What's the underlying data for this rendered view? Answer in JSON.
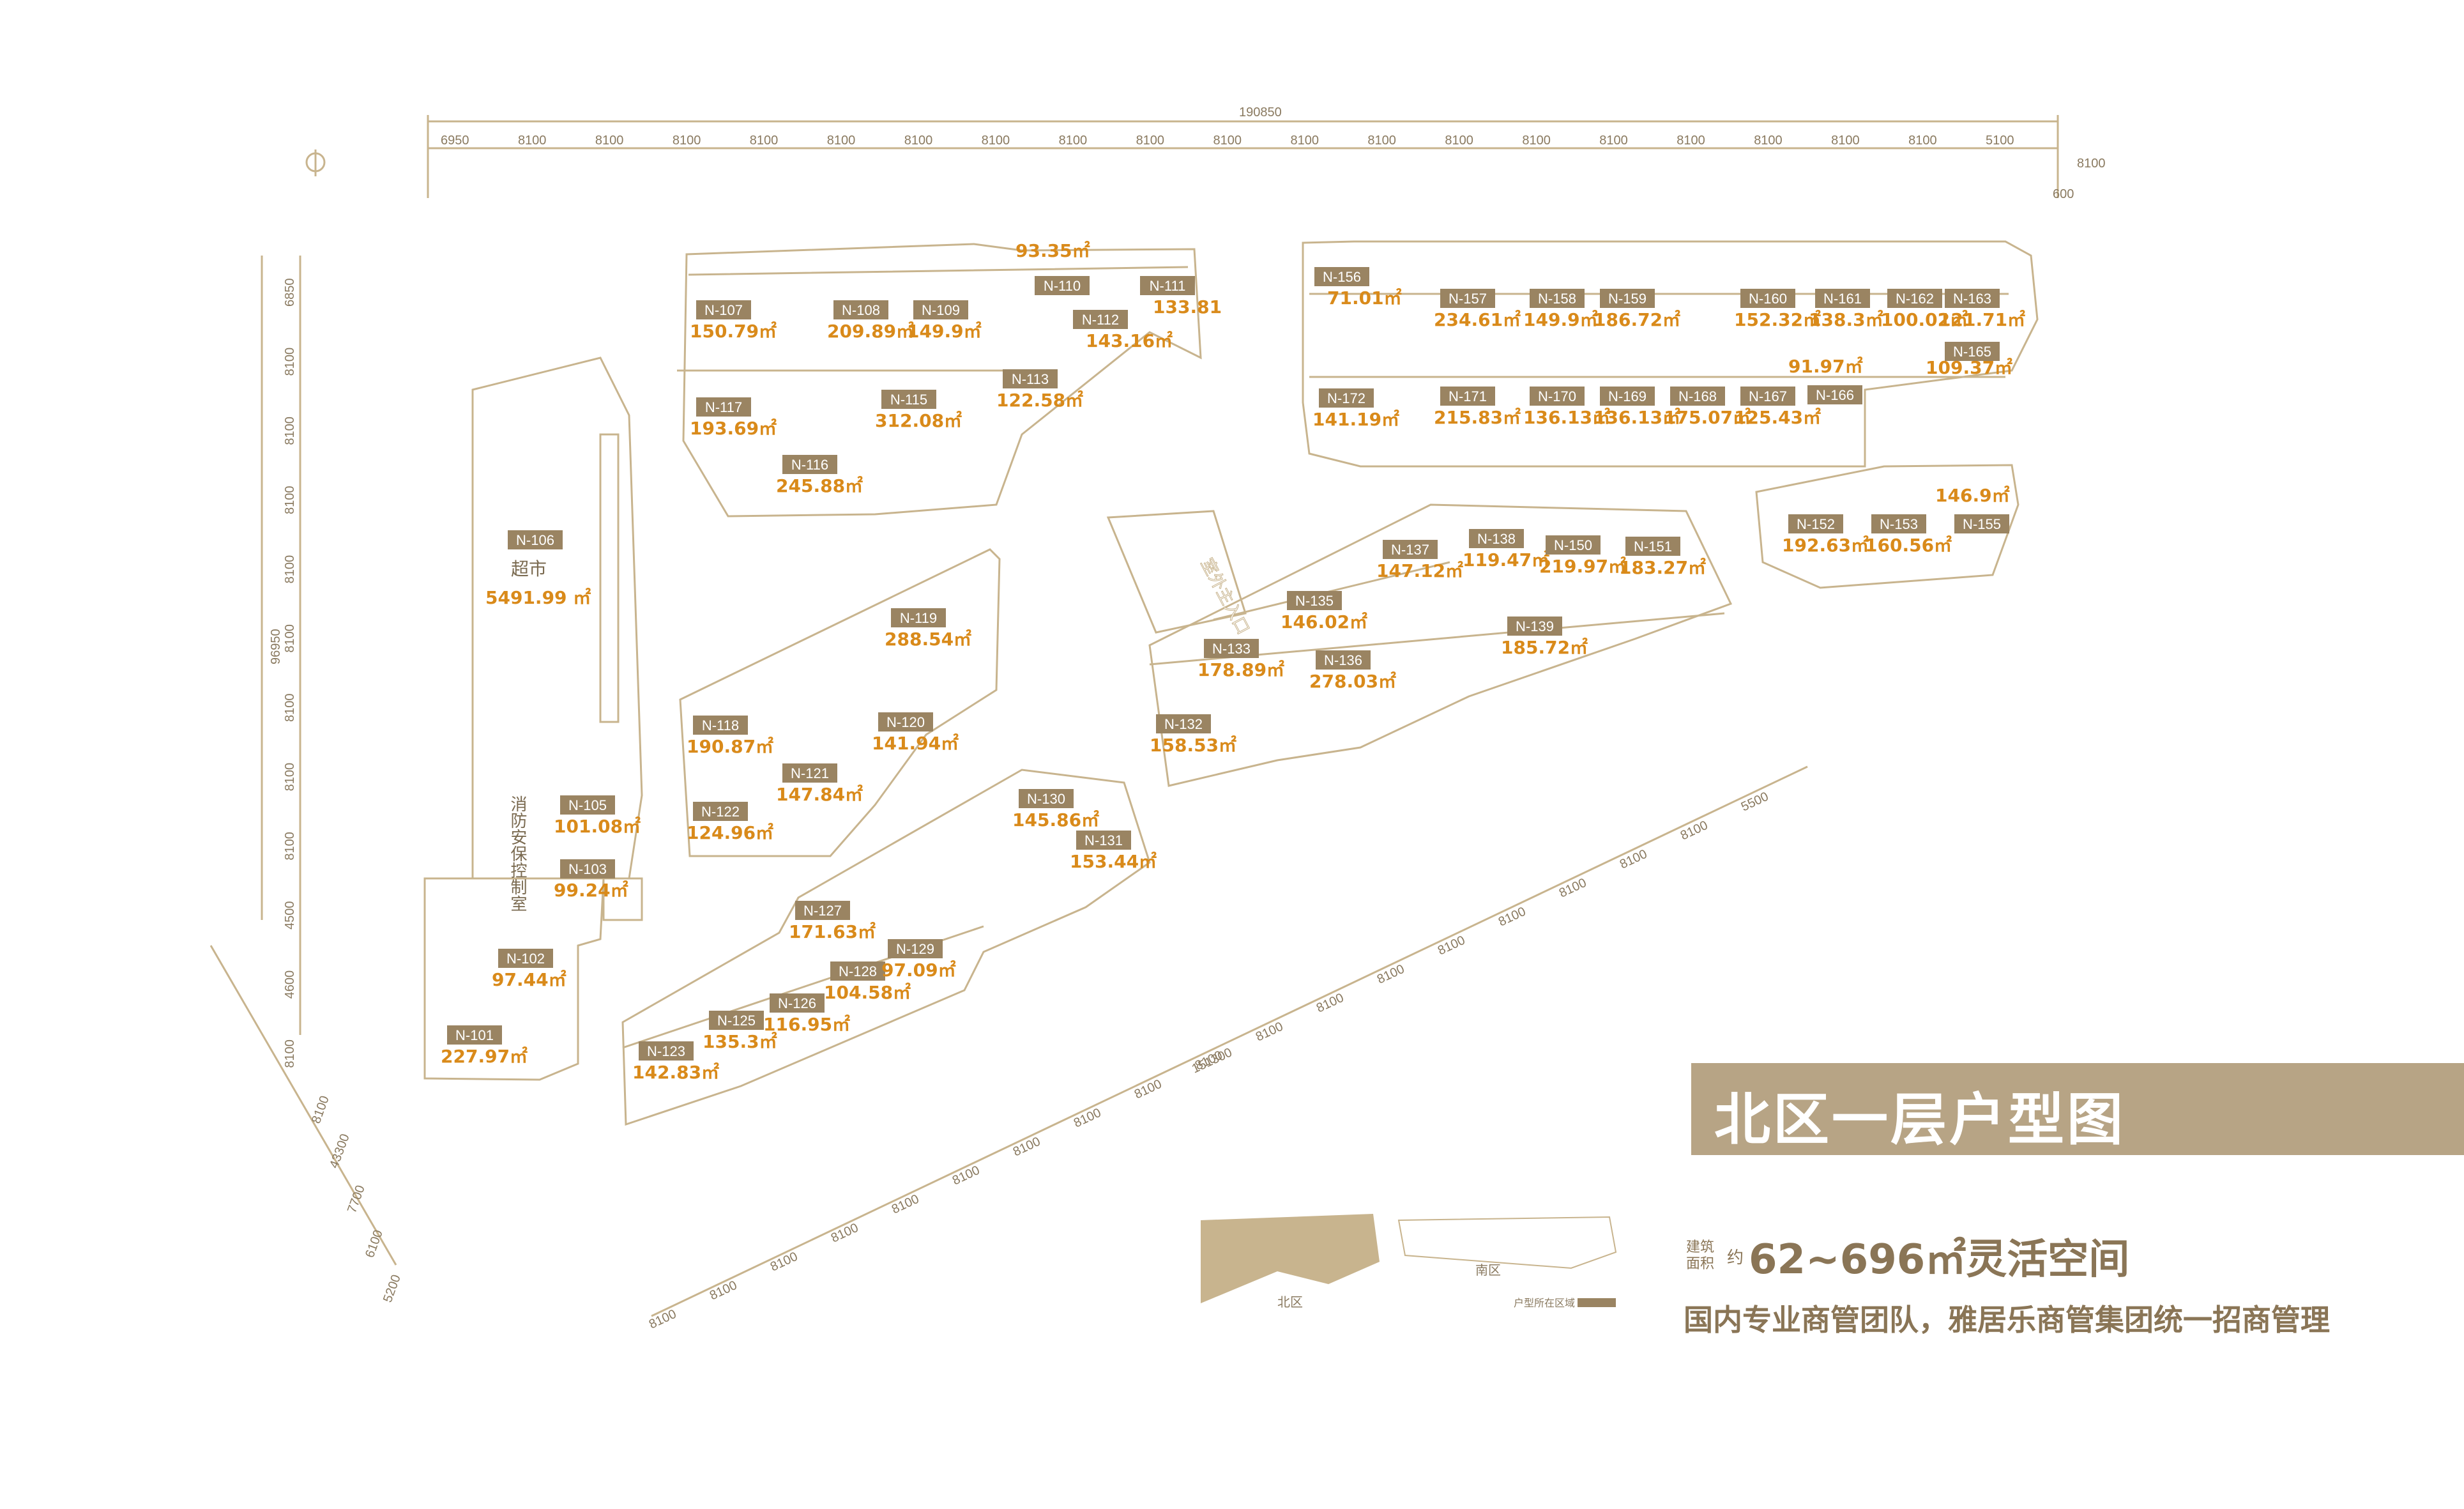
{
  "title": "北区一层户型图",
  "area_line": {
    "label_line1": "建筑",
    "label_line2": "面积",
    "approx": "约",
    "range": "62~696㎡灵活空间"
  },
  "slogan": "国内专业商管团队，雅居乐商管集团统一招商管理",
  "colors": {
    "line": "#c8b48e",
    "tag": "#9a8462",
    "area": "#d98a1a",
    "banner": "#b7a485",
    "text": "#8a7556"
  },
  "key_map": {
    "north_label": "北区",
    "south_label": "南区",
    "legend_label": "户型所在区域"
  },
  "dimensions": {
    "total_top": "190850",
    "top": [
      "6950",
      "8100",
      "8100",
      "8100",
      "8100",
      "8100",
      "8100",
      "8100",
      "8100",
      "8100",
      "8100",
      "8100",
      "8100",
      "8100",
      "8100",
      "8100",
      "8100",
      "8100",
      "8100",
      "8100",
      "5100"
    ],
    "top_right_a": "8100",
    "top_right_b": "600",
    "total_left": "96950",
    "left": [
      "6850",
      "8100",
      "8100",
      "8100",
      "8100",
      "8100",
      "8100",
      "8100",
      "8100",
      "4500",
      "4600",
      "8100"
    ],
    "bottom_total": "151300",
    "bottom": [
      "8100",
      "8100",
      "8100",
      "8100",
      "8100",
      "8100",
      "8100",
      "8100",
      "8100",
      "8100",
      "8100",
      "8100",
      "8100",
      "8100",
      "8100",
      "8100",
      "8100",
      "8100",
      "5500"
    ],
    "lower_left": [
      "8100",
      "43300",
      "7700",
      "6100",
      "5200"
    ]
  },
  "special": {
    "supermarket_name": "超市",
    "supermarket_area": "5491.99 ㎡",
    "fire_room": "消防安保控制室",
    "entrance": "室外主入口"
  },
  "units": [
    {
      "id": "N-106",
      "area": ""
    },
    {
      "id": "N-107",
      "area": "150.79㎡"
    },
    {
      "id": "N-108",
      "area": "209.89㎡"
    },
    {
      "id": "N-109",
      "area": "149.9㎡"
    },
    {
      "id": "N-110",
      "area": "93.35㎡"
    },
    {
      "id": "N-111",
      "area": "133.81"
    },
    {
      "id": "N-112",
      "area": "143.16㎡"
    },
    {
      "id": "N-113",
      "area": "122.58㎡"
    },
    {
      "id": "N-115",
      "area": "312.08㎡"
    },
    {
      "id": "N-116",
      "area": "245.88㎡"
    },
    {
      "id": "N-117",
      "area": "193.69㎡"
    },
    {
      "id": "N-105",
      "area": "101.08㎡"
    },
    {
      "id": "N-103",
      "area": "99.24㎡"
    },
    {
      "id": "N-102",
      "area": "97.44㎡"
    },
    {
      "id": "N-101",
      "area": "227.97㎡"
    },
    {
      "id": "N-119",
      "area": "288.54㎡"
    },
    {
      "id": "N-118",
      "area": "190.87㎡"
    },
    {
      "id": "N-120",
      "area": "141.94㎡"
    },
    {
      "id": "N-121",
      "area": "147.84㎡"
    },
    {
      "id": "N-122",
      "area": "124.96㎡"
    },
    {
      "id": "N-130",
      "area": "145.86㎡"
    },
    {
      "id": "N-131",
      "area": "153.44㎡"
    },
    {
      "id": "N-127",
      "area": "171.63㎡"
    },
    {
      "id": "N-128",
      "area": "104.58㎡"
    },
    {
      "id": "N-129",
      "area": "97.09㎡"
    },
    {
      "id": "N-126",
      "area": "116.95㎡"
    },
    {
      "id": "N-125",
      "area": "135.3㎡"
    },
    {
      "id": "N-123",
      "area": "142.83㎡"
    },
    {
      "id": "N-156",
      "area": "71.01㎡"
    },
    {
      "id": "N-157",
      "area": "234.61㎡"
    },
    {
      "id": "N-158",
      "area": "149.9㎡"
    },
    {
      "id": "N-159",
      "area": "186.72㎡"
    },
    {
      "id": "N-160",
      "area": "152.32㎡"
    },
    {
      "id": "N-161",
      "area": "138.3㎡"
    },
    {
      "id": "N-162",
      "area": "100.02㎡"
    },
    {
      "id": "N-163",
      "area": "121.71㎡"
    },
    {
      "id": "N-165",
      "area": "109.37㎡"
    },
    {
      "id": "N-166",
      "area": "91.97㎡"
    },
    {
      "id": "N-172",
      "area": "141.19㎡"
    },
    {
      "id": "N-171",
      "area": "215.83㎡"
    },
    {
      "id": "N-170",
      "area": "136.13㎡"
    },
    {
      "id": "N-169",
      "area": "136.13㎡"
    },
    {
      "id": "N-168",
      "area": "175.07㎡"
    },
    {
      "id": "N-167",
      "area": "125.43㎡"
    },
    {
      "id": "N-152",
      "area": "192.63㎡"
    },
    {
      "id": "N-153",
      "area": "160.56㎡"
    },
    {
      "id": "N-155",
      "area": "146.9㎡"
    },
    {
      "id": "N-137",
      "area": "147.12㎡"
    },
    {
      "id": "N-138",
      "area": "119.47㎡"
    },
    {
      "id": "N-150",
      "area": "219.97㎡"
    },
    {
      "id": "N-151",
      "area": "183.27㎡"
    },
    {
      "id": "N-135",
      "area": "146.02㎡"
    },
    {
      "id": "N-139",
      "area": "185.72㎡"
    },
    {
      "id": "N-133",
      "area": "178.89㎡"
    },
    {
      "id": "N-136",
      "area": "278.03㎡"
    },
    {
      "id": "N-132",
      "area": "158.53㎡"
    }
  ]
}
